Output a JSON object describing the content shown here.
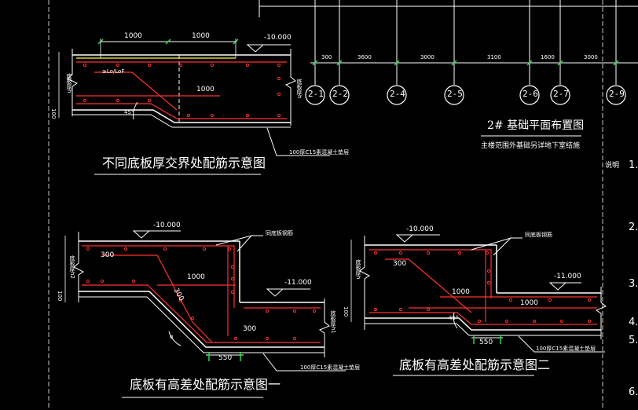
{
  "colors": {
    "background": "#000000",
    "rebar": "#ff3030",
    "outline": "#ffffff",
    "yellow": "#ffff40",
    "grid": "#c8c8c8"
  },
  "detail_1": {
    "title": "不同底板厚交界处配筋示意图",
    "dim_left": "1000",
    "dim_right": "1000",
    "level": "-10.000",
    "anchor_label": "≥Lo/LoF",
    "bar_length": "1000",
    "angle": "45°",
    "side_label_left": "底板厚h",
    "side_label_right": "底板厚h",
    "bottom_dim": "100",
    "cushion_note": "100厚C15素混凝土垫层"
  },
  "detail_2": {
    "title": "底板有高差处配筋示意图一",
    "level_top": "-10.000",
    "level_bottom": "-11.000",
    "note_top": "同底板钢筋",
    "dim_300_a": "300",
    "dim_1000": "1000",
    "dim_300_b": "300",
    "dim_300_c": "300",
    "dim_550": "550",
    "angle": "α",
    "side_label_left": "底板厚h2",
    "side_label_right": "底板厚h1",
    "bottom_dim": "100",
    "cushion_note": "100厚C15素混凝土垫层"
  },
  "detail_3": {
    "title": "底板有高差处配筋示意图二",
    "level_top": "-10.000",
    "level_bottom": "-11.000",
    "note_top": "同底板钢筋",
    "dim_300": "300",
    "dim_1000_a": "1000",
    "dim_1000_b": "1000",
    "dim_550": "550",
    "angle": "45°",
    "side_label_left": "底板厚h",
    "bottom_dim": "100",
    "cushion_note": "100厚C15素混凝土垫层"
  },
  "grid_plan": {
    "title": "2# 基础平面布置图",
    "subtitle": "主楼范围外基础另详地下室结施",
    "spacings": [
      "300",
      "3600",
      "3000",
      "3100",
      "1600",
      "3000"
    ],
    "axes": [
      "2-1",
      "2-2",
      "2-4",
      "2-5",
      "2-6",
      "2-7",
      "2-9"
    ]
  },
  "notes": {
    "header": "说明",
    "numbers": [
      "1.",
      "2.",
      "3.",
      "4.",
      "5.",
      "6."
    ]
  }
}
